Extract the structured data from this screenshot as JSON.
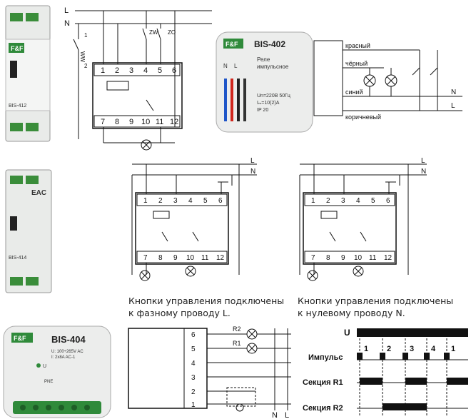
{
  "wiring_top": {
    "bus_labels": [
      "L",
      "N"
    ],
    "switch_labels": [
      "WW",
      "ZW",
      "ZO"
    ],
    "terminals_top": [
      "1",
      "2",
      "3",
      "4",
      "5",
      "6"
    ],
    "terminals_bottom": [
      "7",
      "8",
      "9",
      "10",
      "11",
      "12"
    ],
    "switch_pin_labels": [
      "1",
      "2"
    ]
  },
  "device_412": {
    "brand": "F&F",
    "model": "BIS-412"
  },
  "device_402": {
    "brand": "F&F",
    "model": "BIS-402",
    "desc_line1": "Реле",
    "desc_line2": "импульсное",
    "spec1": "Un=220В 50Гц",
    "spec2": "Iₘ=10(2)A",
    "spec3": "IP 20",
    "pins": [
      "N",
      "L"
    ]
  },
  "wiring_402": {
    "wires": [
      "красный",
      "чёрный",
      "синий",
      "коричневый"
    ],
    "buses": [
      "N",
      "L"
    ]
  },
  "device_414": {
    "model": "BIS-414",
    "mark": "EAC"
  },
  "wiring_mid_left": {
    "buses": [
      "L",
      "N"
    ],
    "terminals_top": [
      "1",
      "2",
      "3",
      "4",
      "5",
      "6"
    ],
    "terminals_bottom": [
      "7",
      "8",
      "9",
      "10",
      "11",
      "12"
    ],
    "caption_line1": "Кнопки управления подключены",
    "caption_line2": "к фазному проводу L."
  },
  "wiring_mid_right": {
    "buses": [
      "L",
      "N"
    ],
    "terminals_top": [
      "1",
      "2",
      "3",
      "4",
      "5",
      "6"
    ],
    "terminals_bottom": [
      "7",
      "8",
      "9",
      "10",
      "11",
      "12"
    ],
    "caption_line1": "Кнопки управления подключены",
    "caption_line2": "к нулевому проводу N."
  },
  "device_404": {
    "brand": "F&F",
    "model": "BIS-404",
    "spec1": "U: 100÷265V AC",
    "spec2": "I: 2x8A AC-1",
    "led": "U",
    "sub": "PNE"
  },
  "wiring_404": {
    "terminals": [
      "6",
      "5",
      "4",
      "3",
      "2",
      "1"
    ],
    "lamps": [
      "R2",
      "R1"
    ],
    "buses": [
      "N",
      "L"
    ]
  },
  "timing": {
    "u_label": "U",
    "rows": [
      "Импульс",
      "Секция R1",
      "Секция R2"
    ],
    "pulse_numbers": [
      "1",
      "2",
      "3",
      "4",
      "1"
    ]
  },
  "colors": {
    "line": "#111111",
    "device_body": "#e9ebe9",
    "terminal_green": "#2f8a3a",
    "wire_red": "#d0261c",
    "wire_blue": "#1f55c8"
  }
}
